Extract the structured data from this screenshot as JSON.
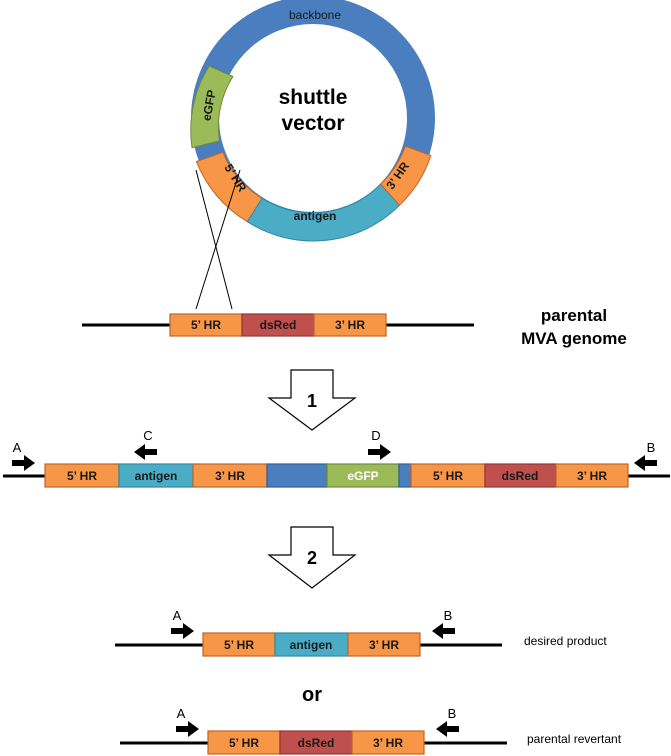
{
  "colors": {
    "backbone": "#4a7ebf",
    "hr": "#f79646",
    "hr_border": "#c0652a",
    "antigen": "#4bacc6",
    "antigen_border": "#2f8aa3",
    "egfp": "#9bbb59",
    "egfp_border": "#71893f",
    "dsred": "#c0504d",
    "dsred_border": "#8c3836",
    "line": "#000000"
  },
  "plasmid": {
    "center_label_line1": "shuttle",
    "center_label_line2": "vector",
    "segments": {
      "backbone": "backbone",
      "egfp": "eGFP",
      "hr5": "5’ HR",
      "antigen": "antigen",
      "hr3": "3’ HR"
    }
  },
  "parental": {
    "label_line1": "parental",
    "label_line2": "MVA genome",
    "hr5": "5’ HR",
    "dsred": "dsRed",
    "hr3": "3’ HR"
  },
  "steps": {
    "step1": "1",
    "step2": "2"
  },
  "intermediate": {
    "hr5_a": "5’ HR",
    "antigen": "antigen",
    "hr3_a": "3’ HR",
    "egfp": "eGFP",
    "hr5_b": "5’ HR",
    "dsred": "dsRed",
    "hr3_b": "3’ HR",
    "primer_A": "A",
    "primer_B": "B",
    "primer_C": "C",
    "primer_D": "D"
  },
  "product": {
    "hr5": "5’ HR",
    "antigen": "antigen",
    "hr3": "3’ HR",
    "primer_A": "A",
    "primer_B": "B",
    "caption": "desired product"
  },
  "or_label": "or",
  "revertant": {
    "hr5": "5’ HR",
    "dsred": "dsRed",
    "hr3": "3’ HR",
    "primer_A": "A",
    "primer_B": "B",
    "caption": "parental revertant"
  }
}
